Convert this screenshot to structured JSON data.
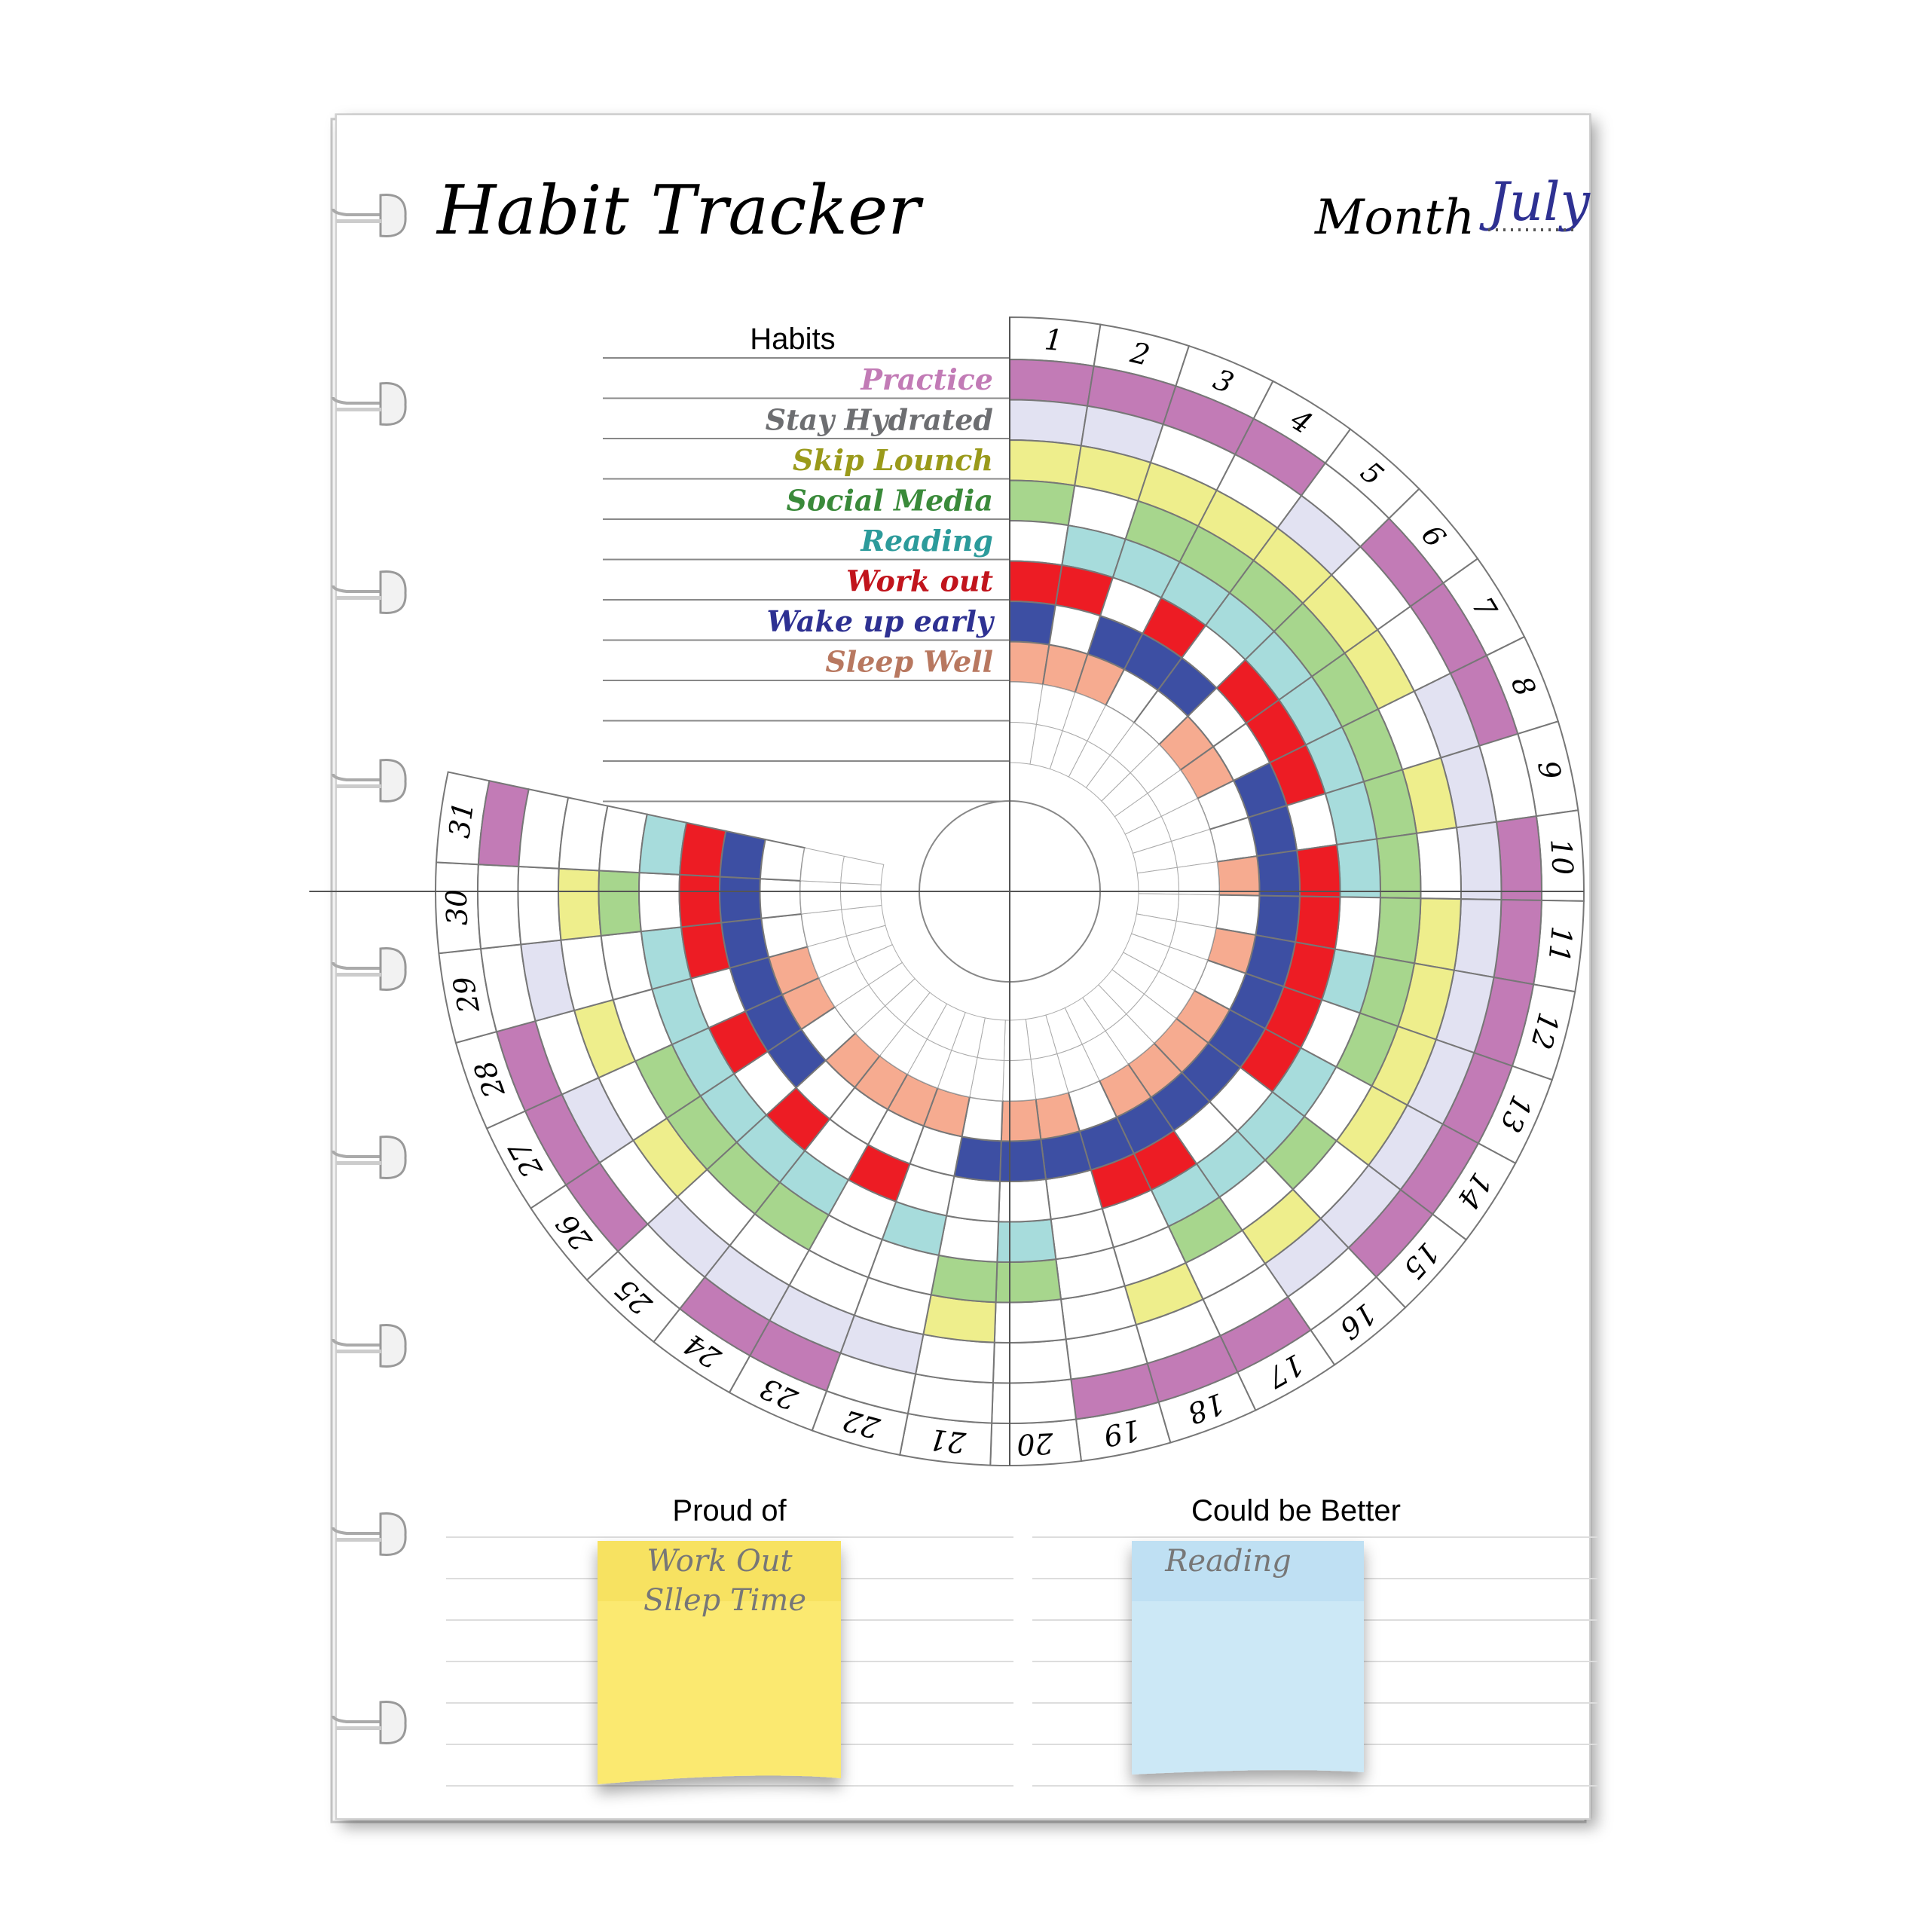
{
  "title": "Habit Tracker",
  "month_label": "Month",
  "month_value": "July",
  "habits_header": "Habits",
  "habits": [
    {
      "name": "Practice",
      "color": "#c27bb6",
      "days": [
        1,
        2,
        3,
        4,
        6,
        7,
        8,
        10,
        11,
        12,
        13,
        14,
        15,
        17,
        18,
        19,
        23,
        24,
        26,
        27,
        28,
        31
      ]
    },
    {
      "name": "Stay Hydrated",
      "color": "#e2e2f2",
      "days": [
        1,
        2,
        5,
        8,
        9,
        10,
        11,
        12,
        13,
        14,
        15,
        16,
        22,
        23,
        24,
        25,
        27,
        29
      ]
    },
    {
      "name": "Skip Lounch",
      "color": "#eeee8c",
      "days": [
        1,
        2,
        3,
        4,
        5,
        6,
        7,
        9,
        11,
        12,
        13,
        14,
        16,
        18,
        21,
        26,
        28,
        30
      ]
    },
    {
      "name": "Social Media",
      "color": "#a7d68d",
      "days": [
        1,
        3,
        4,
        5,
        6,
        7,
        8,
        9,
        10,
        11,
        12,
        13,
        15,
        17,
        20,
        21,
        24,
        25,
        26,
        27,
        30
      ]
    },
    {
      "name": "Reading",
      "color": "#a7dcdc",
      "days": [
        2,
        3,
        4,
        5,
        6,
        7,
        8,
        9,
        10,
        12,
        14,
        15,
        16,
        17,
        20,
        22,
        24,
        25,
        26,
        27,
        28,
        29,
        31
      ]
    },
    {
      "name": "Work out",
      "color": "#ed1c24",
      "days": [
        1,
        2,
        4,
        6,
        7,
        8,
        10,
        11,
        12,
        13,
        14,
        17,
        18,
        23,
        25,
        27,
        29,
        30,
        31
      ]
    },
    {
      "name": "Wake up early",
      "color": "#3d4fa3",
      "days": [
        1,
        3,
        4,
        5,
        8,
        9,
        10,
        11,
        12,
        13,
        14,
        15,
        16,
        17,
        18,
        19,
        20,
        21,
        26,
        27,
        28,
        29,
        30,
        31
      ]
    },
    {
      "name": "Sleep Well",
      "color": "#f6ab90",
      "days": [
        1,
        2,
        3,
        6,
        7,
        10,
        12,
        14,
        15,
        16,
        17,
        19,
        20,
        22,
        23,
        24,
        25,
        27,
        28
      ]
    }
  ],
  "habit_text_colors": [
    "#c27bb6",
    "#6d6e71",
    "#9a9a1b",
    "#3a8a3a",
    "#2c9b9b",
    "#c1141c",
    "#2e3192",
    "#b87860"
  ],
  "day_labels": [
    "1",
    "2",
    "3",
    "4",
    "5",
    "6",
    "7",
    "8",
    "9",
    "10",
    "11",
    "12",
    "13",
    "14",
    "15",
    "16",
    "17",
    "18",
    "19",
    "20",
    "21",
    "22",
    "23",
    "24",
    "25",
    "26",
    "27",
    "28",
    "29",
    "30",
    "31"
  ],
  "proud_of_label": "Proud of",
  "could_be_better_label": "Could be Better",
  "proud_note": [
    "Work Out",
    "Sllep Time"
  ],
  "better_note": [
    "Reading"
  ],
  "colors": {
    "ring_line": "#9a9a9a",
    "paper_edge": "#b5b5b5",
    "yellow_note": "#fbe96f",
    "blue_note": "#cce8f6",
    "month_ink": "#2e3192"
  }
}
